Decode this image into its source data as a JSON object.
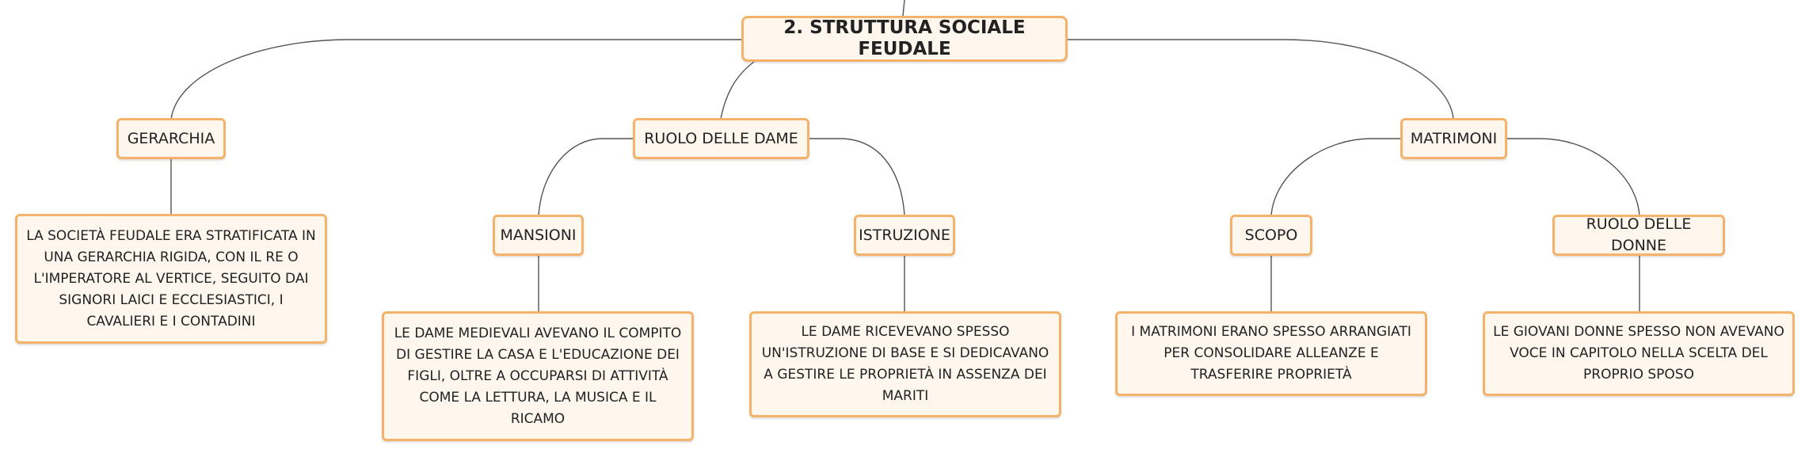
{
  "root": {
    "label": "2. STRUTTURA SOCIALE FEUDALE"
  },
  "branches": {
    "gerarchia": {
      "label": "GERARCHIA",
      "text": "LA SOCIETÀ FEUDALE ERA STRATIFICATA IN UNA GERARCHIA RIGIDA, CON IL RE O L'IMPERATORE AL VERTICE, SEGUITO DAI SIGNORI LAICI E ECCLESIASTICI, I CAVALIERI E I CONTADINI"
    },
    "ruolo_dame": {
      "label": "RUOLO DELLE DAME",
      "mansioni": {
        "label": "MANSIONI",
        "text": "LE DAME MEDIEVALI AVEVANO IL COMPITO DI GESTIRE LA CASA E L'EDUCAZIONE DEI FIGLI, OLTRE A OCCUPARSI DI ATTIVITÀ COME LA LETTURA, LA MUSICA E IL RICAMO"
      },
      "istruzione": {
        "label": "ISTRUZIONE",
        "text": "LE DAME RICEVEVANO SPESSO UN'ISTRUZIONE DI BASE E SI DEDICAVANO A GESTIRE LE PROPRIETÀ IN ASSENZA DEI MARITI"
      }
    },
    "matrimoni": {
      "label": "MATRIMONI",
      "scopo": {
        "label": "SCOPO",
        "text": "I MATRIMONI ERANO SPESSO ARRANGIATI PER CONSOLIDARE ALLEANZE E TRASFERIRE PROPRIETÀ"
      },
      "ruolo_donne": {
        "label": "RUOLO DELLE DONNE",
        "text": "LE GIOVANI DONNE SPESSO NON AVEVANO VOCE IN CAPITOLO NELLA SCELTA DEL PROPRIO SPOSO"
      }
    }
  }
}
